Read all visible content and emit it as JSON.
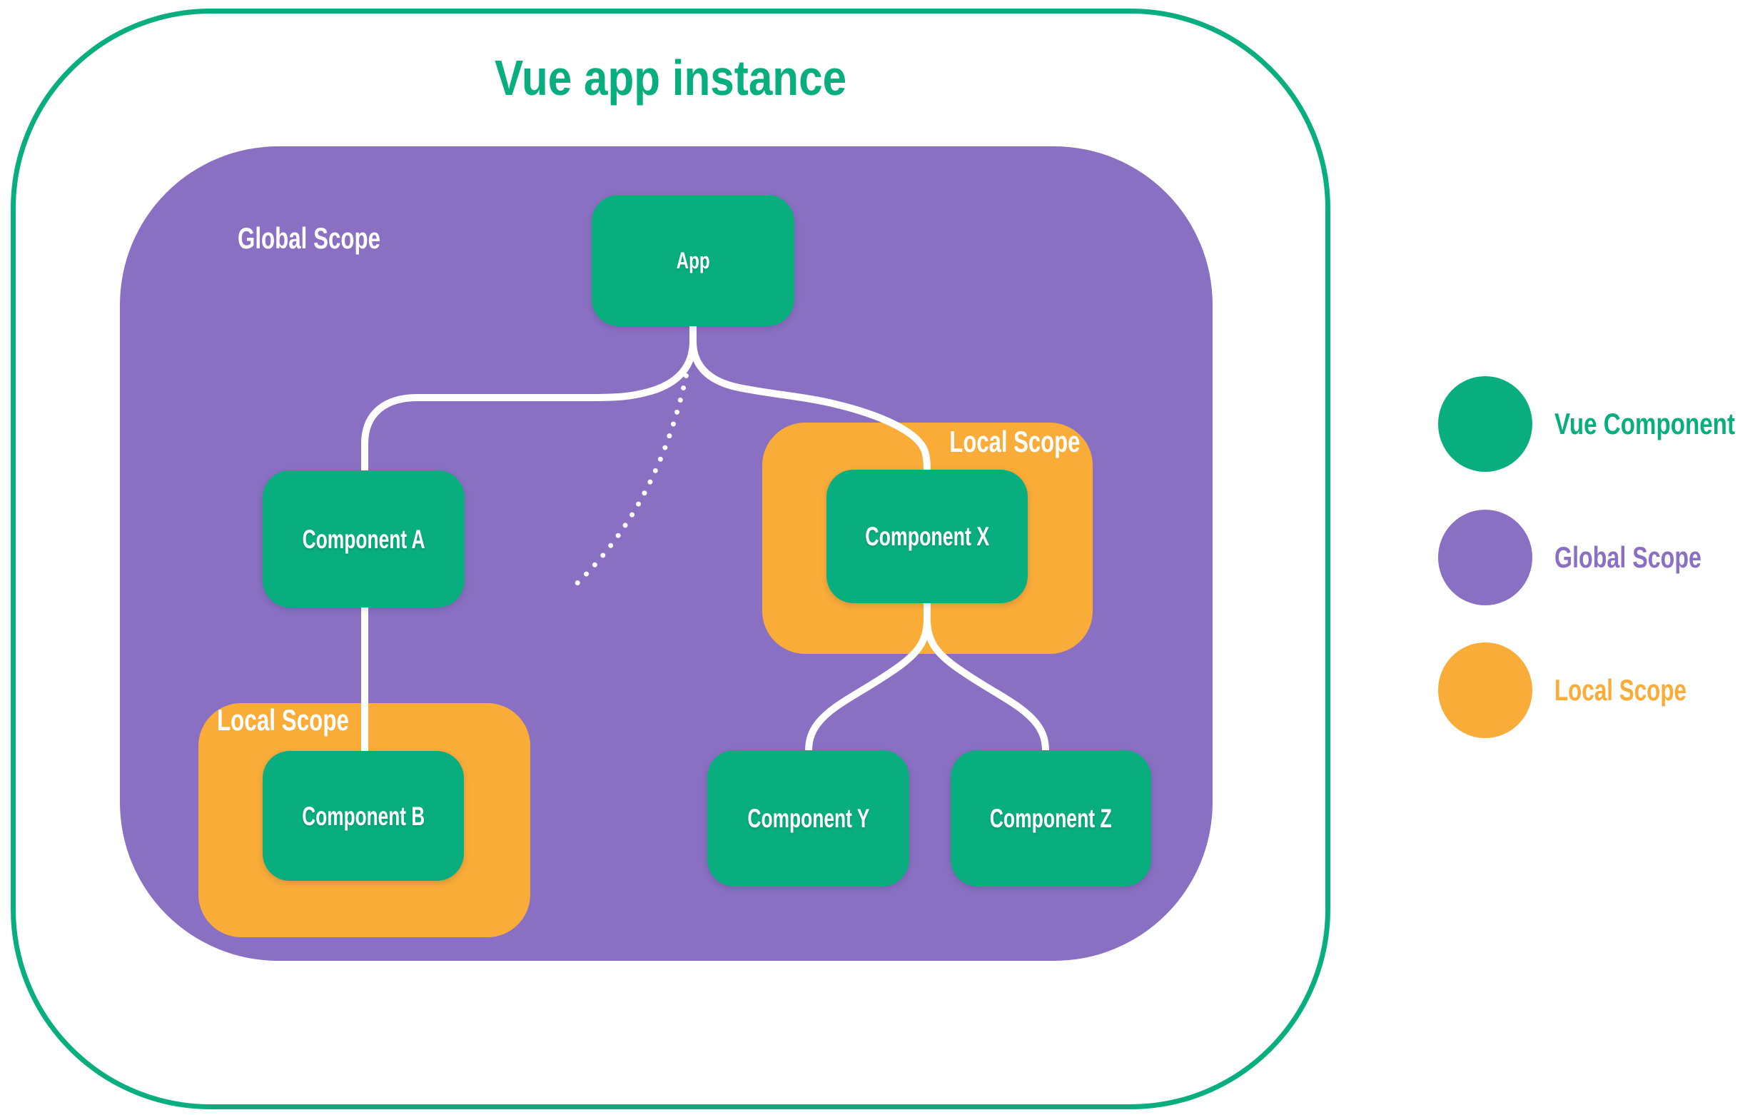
{
  "title": "Vue app instance",
  "colors": {
    "green": "#09AE7F",
    "purple": "#8A70C2",
    "orange": "#F9AC38",
    "background": "#FFFFFF",
    "connector": "#FFFFFF"
  },
  "scopes": {
    "global_label": "Global Scope",
    "local_right_label": "Local Scope",
    "local_left_label": "Local Scope"
  },
  "nodes": {
    "app": "App",
    "a": "Component A",
    "b": "Component B",
    "x": "Component X",
    "y": "Component Y",
    "z": "Component Z"
  },
  "legend": {
    "items": [
      {
        "label": "Vue Component",
        "color": "green"
      },
      {
        "label": "Global Scope",
        "color": "purple"
      },
      {
        "label": "Local Scope",
        "color": "orange"
      }
    ]
  }
}
